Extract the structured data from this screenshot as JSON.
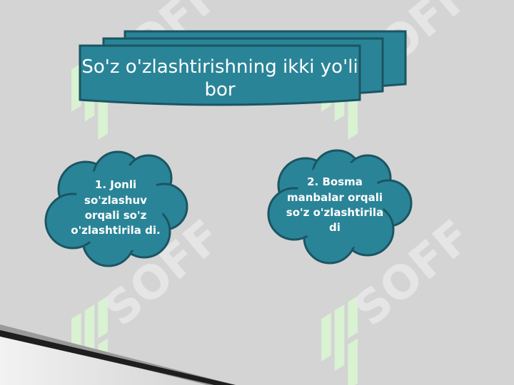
{
  "slide": {
    "title": "So'z o'zlashtirishning ikki yo'li  bor",
    "left_cloud_text": "1. Jonli so'zlashuv orqali so'z o'zlashtirila di.",
    "right_cloud_text": "2. Bosma manbalar orqali so'z o'zlashtirila di"
  },
  "watermark": {
    "text": "SOFF"
  },
  "colors": {
    "background": "#d4d4d4",
    "fill": "#2a8497",
    "border": "#1b5563",
    "watermark": "#d9f2d2"
  }
}
